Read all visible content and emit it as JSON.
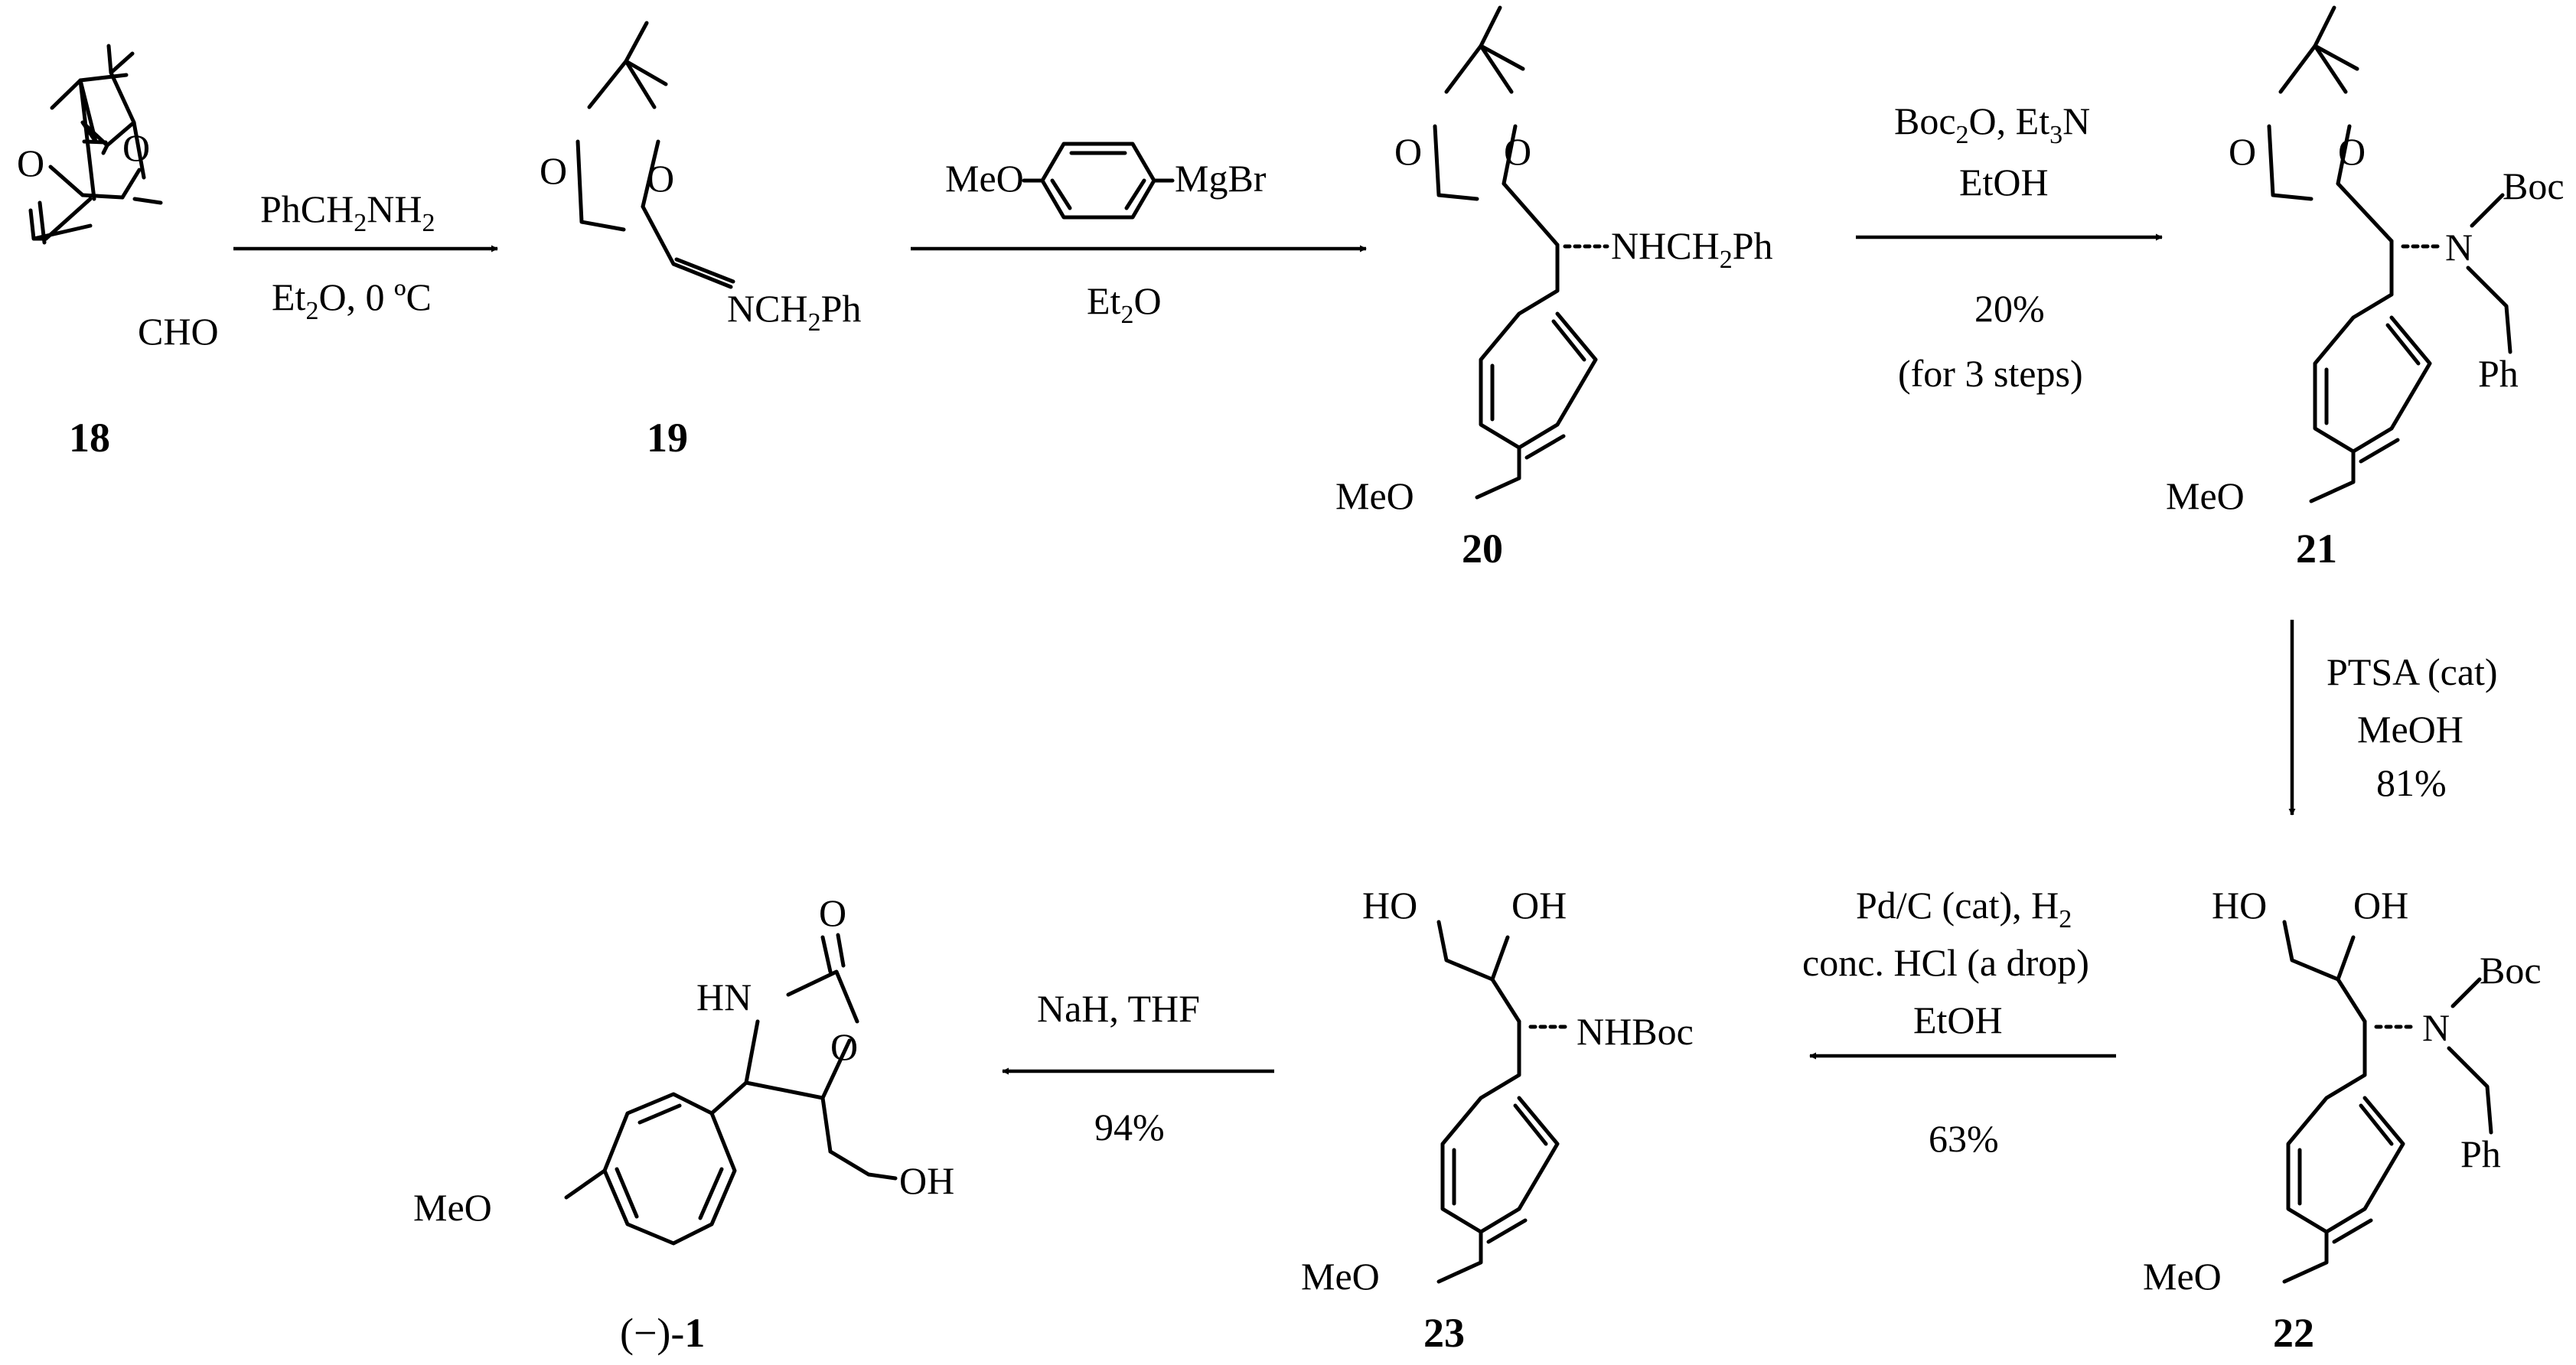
{
  "compounds": {
    "c18": {
      "number": "18",
      "atoms": {
        "o1": "O",
        "o2": "O",
        "cho": "CHO"
      }
    },
    "c19": {
      "number": "19",
      "atoms": {
        "o1": "O",
        "o2": "O",
        "imine": "NCH",
        "sub2": "2",
        "ph": "Ph"
      }
    },
    "c20": {
      "number": "20",
      "atoms": {
        "o1": "O",
        "o2": "O",
        "amine": "NHCH",
        "sub2": "2",
        "ph": "Ph",
        "ome": "MeO"
      }
    },
    "c21": {
      "number": "21",
      "atoms": {
        "o1": "O",
        "o2": "O",
        "n": "N",
        "boc": "Boc",
        "ph": "Ph",
        "ome": "MeO"
      }
    },
    "c22": {
      "number": "22",
      "atoms": {
        "ho": "HO",
        "oh": "OH",
        "n": "N",
        "boc": "Boc",
        "ph": "Ph",
        "ome": "MeO"
      }
    },
    "c23": {
      "number": "23",
      "atoms": {
        "ho": "HO",
        "oh": "OH",
        "nhboc": "NHBoc",
        "ome": "MeO"
      }
    },
    "c1": {
      "prefix": "(−)-",
      "number": "1",
      "atoms": {
        "o_exo": "O",
        "hn": "HN",
        "o_ring": "O",
        "oh": "OH",
        "ome": "MeO"
      }
    }
  },
  "reagents": {
    "r1": {
      "top_a": "PhCH",
      "top_sub": "2",
      "top_b": "NH",
      "top_sub2": "2",
      "bottom_a": "Et",
      "bottom_sub": "2",
      "bottom_b": "O, 0 ºC"
    },
    "r2": {
      "grignard_meo": "MeO",
      "grignard_mgbr": "MgBr",
      "bottom_a": "Et",
      "bottom_sub": "2",
      "bottom_b": "O"
    },
    "r3": {
      "line1_a": "Boc",
      "line1_sub": "2",
      "line1_b": "O, Et",
      "line1_sub2": "3",
      "line1_c": "N",
      "line2": "EtOH",
      "yield": "20%",
      "note": "(for 3 steps)"
    },
    "r4": {
      "line1": "PTSA (cat)",
      "line2": "MeOH",
      "yield": "81%"
    },
    "r5": {
      "line1_a": "Pd/C (cat), H",
      "line1_sub": "2",
      "line2": "conc. HCl (a drop)",
      "line3": "EtOH",
      "yield": "63%"
    },
    "r6": {
      "line1": "NaH, THF",
      "yield": "94%"
    }
  }
}
